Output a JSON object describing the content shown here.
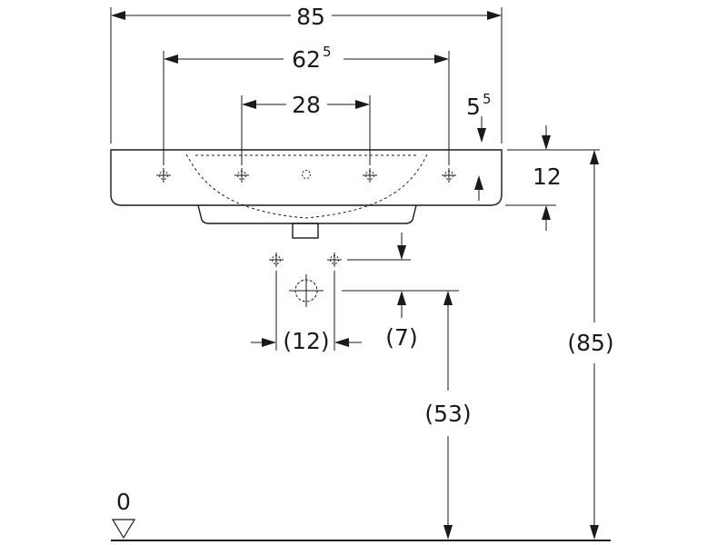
{
  "dimensions": {
    "overall_width": "85",
    "tap_hole_spacing": {
      "main": "62",
      "superscript": "5"
    },
    "inner_hole_spacing": "28",
    "side_offset": {
      "main": "5",
      "superscript": "5"
    },
    "rim_thickness": "12",
    "waste_spacing": "(12)",
    "waste_drop": "(7)",
    "waste_height": "(53)",
    "overall_height": "(85)",
    "floor_level": "0"
  }
}
